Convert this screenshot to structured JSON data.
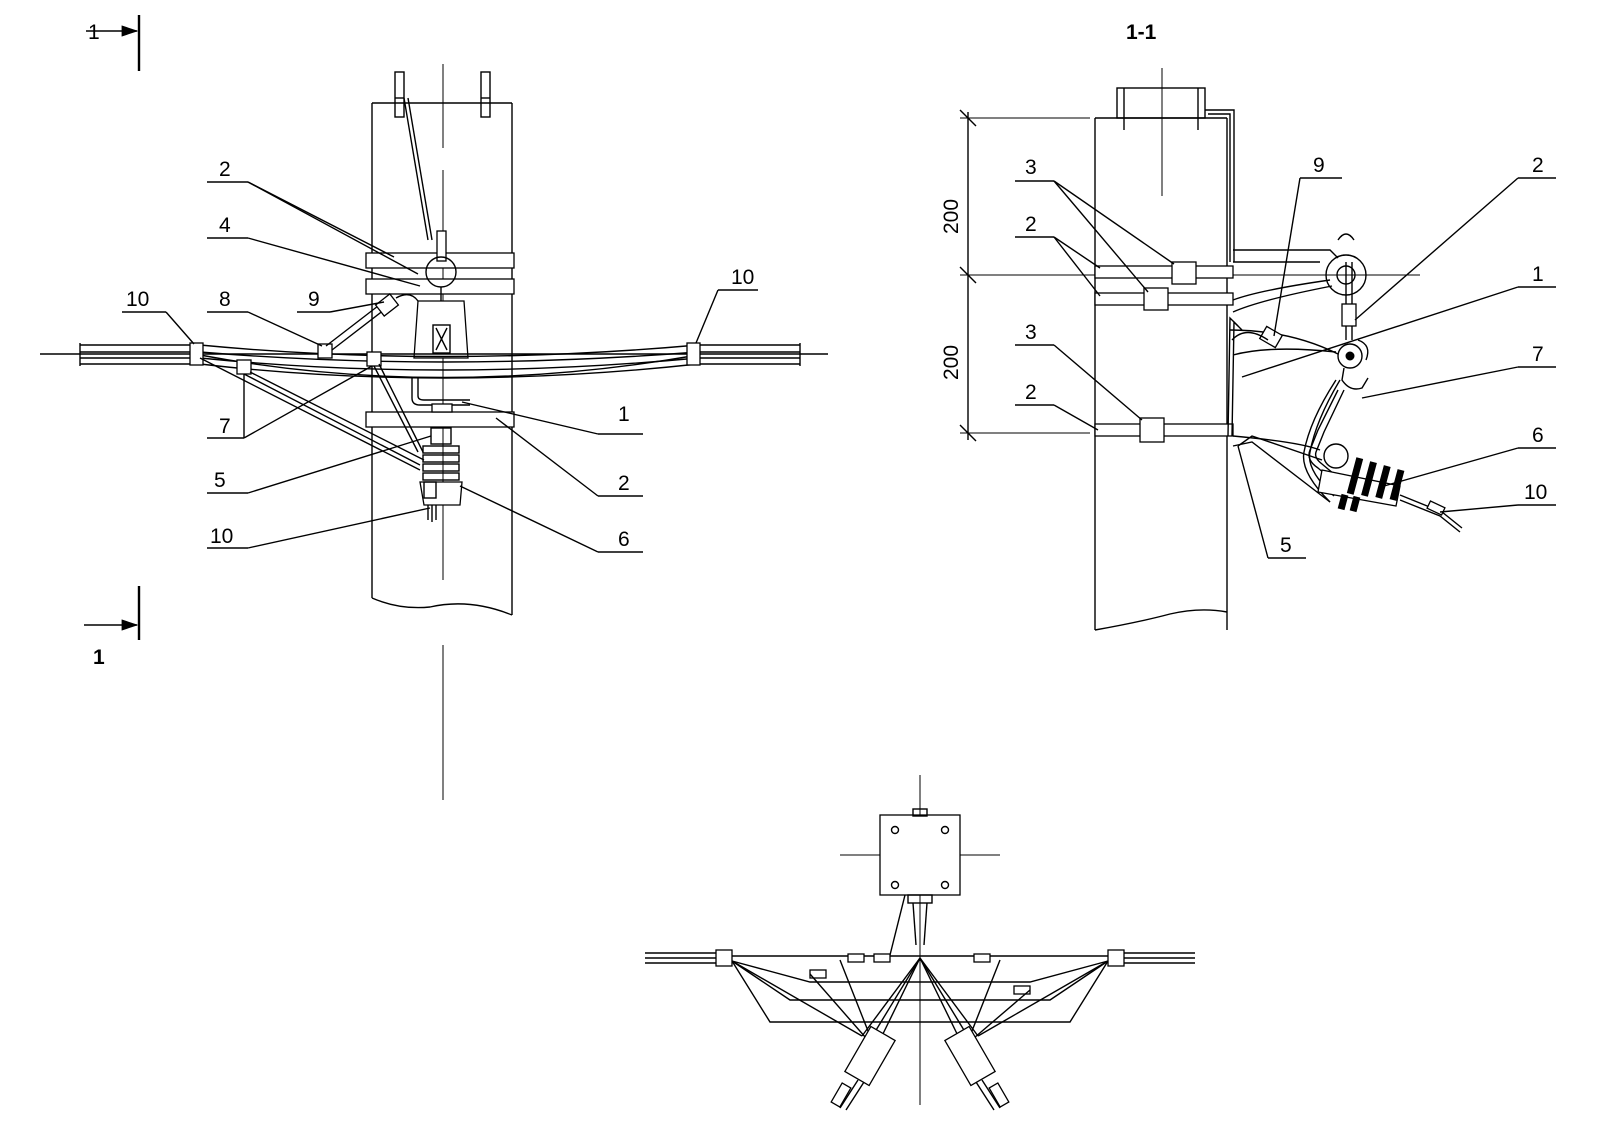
{
  "section_marker": {
    "top": "1",
    "bottom": "1"
  },
  "section_title": "1-1",
  "front_view": {
    "callouts": {
      "c2_top": "2",
      "c4": "4",
      "c9": "9",
      "c8": "8",
      "c10_left": "10",
      "c10_right": "10",
      "c7": "7",
      "c5": "5",
      "c10_bottom": "10",
      "c1": "1",
      "c2_bottom": "2",
      "c6": "6"
    }
  },
  "side_view": {
    "dimensions": {
      "upper": "200",
      "lower": "200"
    },
    "callouts": {
      "c3_top": "3",
      "c2_top": "2",
      "c3_bottom": "3",
      "c2_bottom": "2",
      "c9": "9",
      "c2_right": "2",
      "c1": "1",
      "c7": "7",
      "c6": "6",
      "c10": "10",
      "c5": "5"
    }
  }
}
